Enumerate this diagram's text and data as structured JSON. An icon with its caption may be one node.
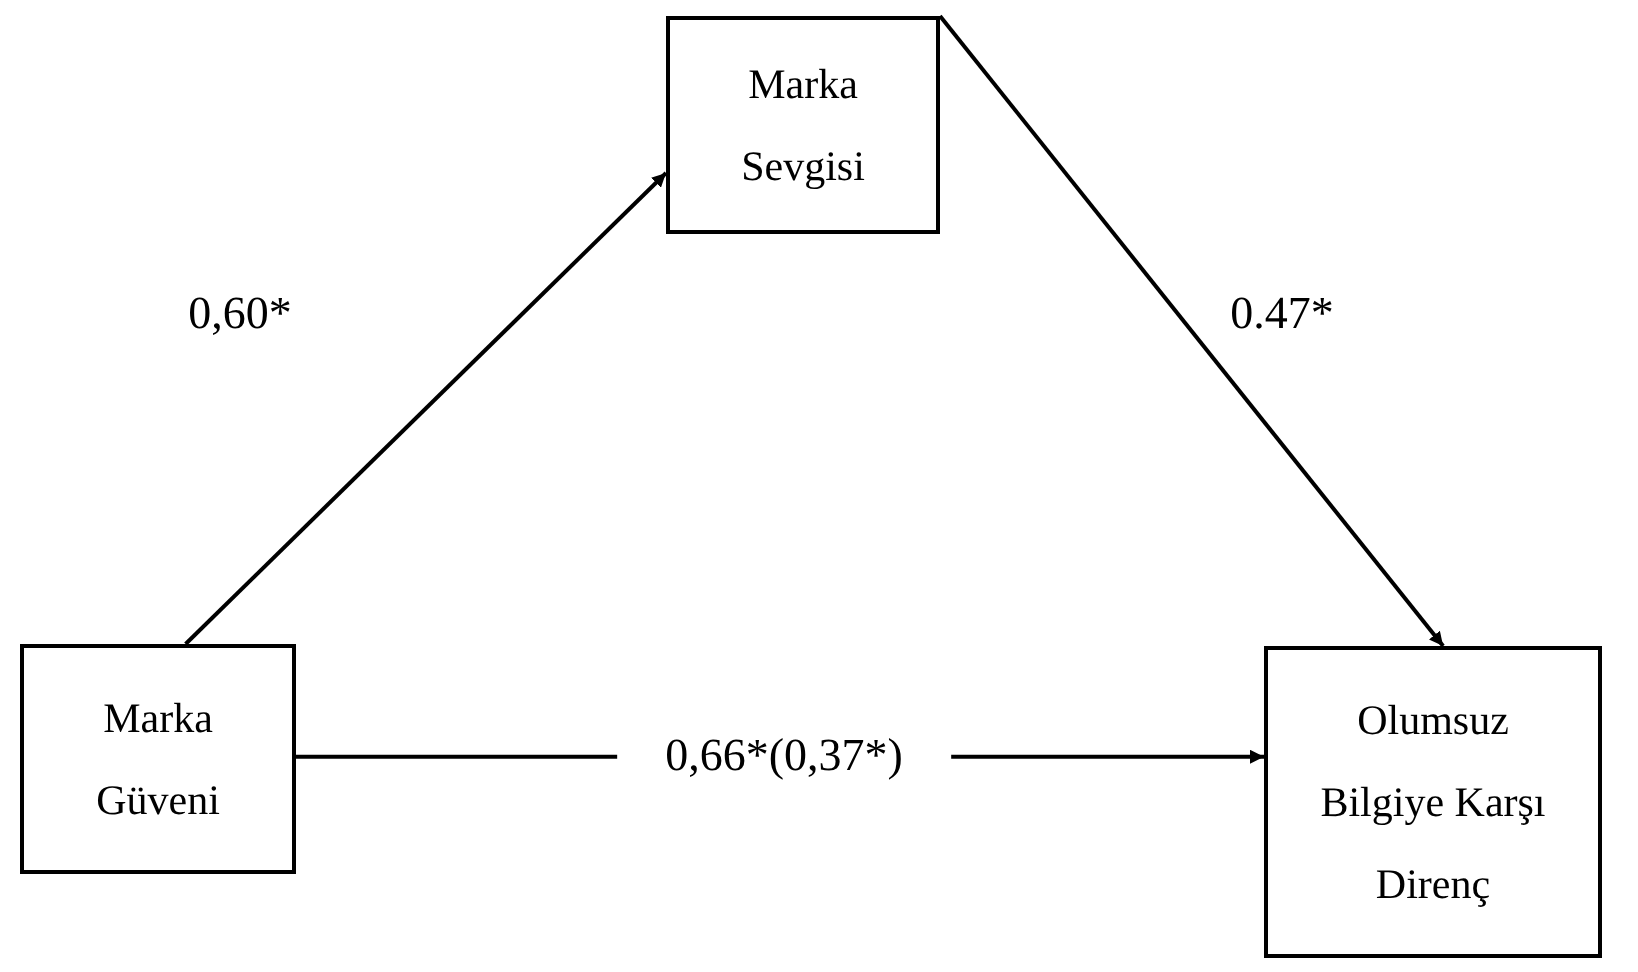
{
  "diagram": {
    "nodes": [
      {
        "text": [
          "Marka Güveni"
        ]
      },
      {
        "text": [
          "Marka Sevgisi"
        ]
      },
      {
        "text": [
          "Olumsuz Bilgiye Karşı Direnç"
        ]
      }
    ],
    "edges": [
      {
        "from": 0,
        "to": 1,
        "arrow": "to",
        "label": "0,60*"
      },
      {
        "from": 1,
        "to": 2,
        "arrow": "to",
        "label": "0.47*"
      },
      {
        "from": 0,
        "to": 2,
        "arrow": "to",
        "label": "0,66*(0,37*)"
      }
    ]
  }
}
